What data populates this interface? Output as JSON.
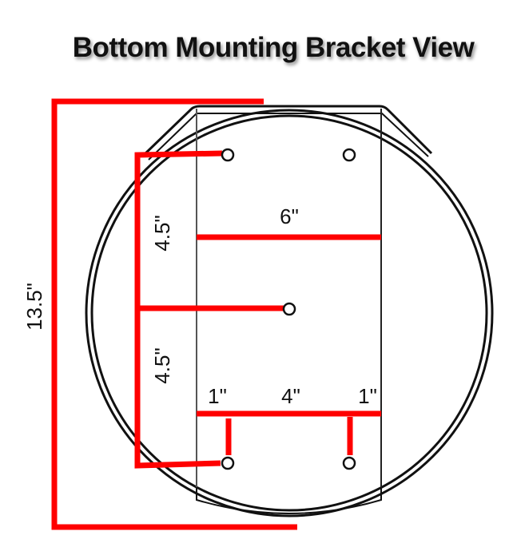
{
  "title": "Bottom Mounting Bracket View",
  "dimensions": {
    "overall_height": "13.5\"",
    "upper_spacing": "4.5\"",
    "lower_spacing": "4.5\"",
    "bracket_width": "6\"",
    "left_offset": "1\"",
    "hole_spacing": "4\"",
    "right_offset": "1\""
  },
  "colors": {
    "dimension_line": "#ff0000",
    "outline": "#111111"
  }
}
